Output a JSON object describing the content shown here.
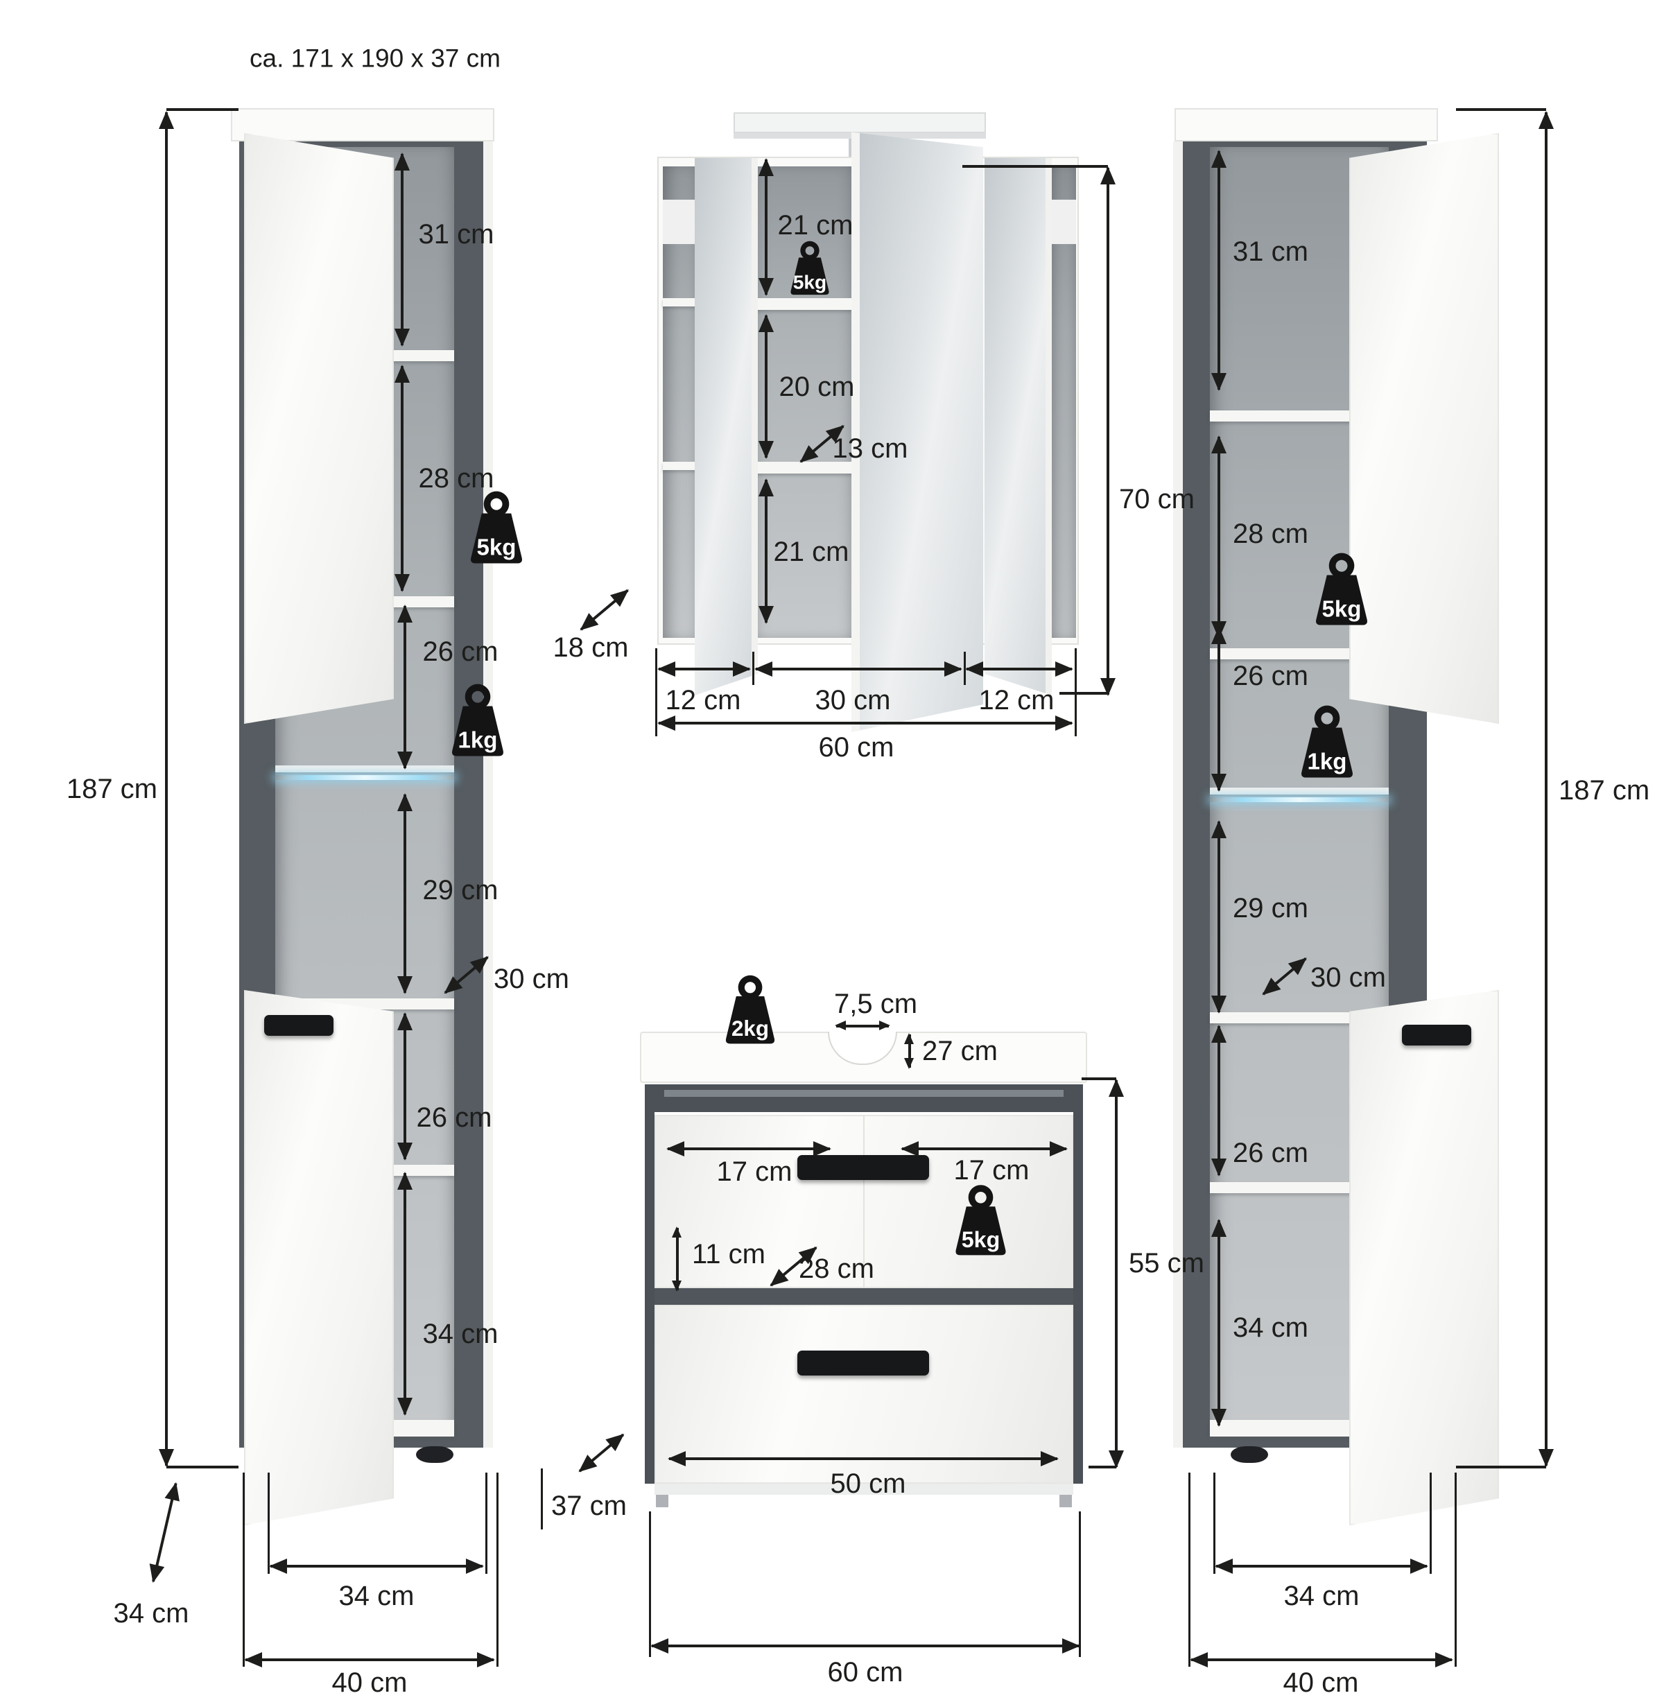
{
  "title": "ca. 171 x 190 x 37 cm",
  "colors": {
    "annotation": "#1d1d1b",
    "frame_dark": "#565c61",
    "interior_gray": "#aeb3b6",
    "mirror_gray": "#d4d9dc",
    "led_blue": "#9fdcf5",
    "handle_black": "#17181a",
    "body_white": "#fbfbfa"
  },
  "left_cabinet": {
    "height": "187 cm",
    "shelf1": "31 cm",
    "shelf2": "28 cm",
    "shelf3": "26 cm",
    "shelf4": "29 cm",
    "shelf5": "26 cm",
    "shelf6": "34 cm",
    "shelf_depth": "30 cm",
    "weight_upper": "5kg",
    "weight_glass": "1kg",
    "door_width": "34 cm",
    "total_width": "40 cm",
    "side_depth": "37 cm",
    "floor_depth": "34 cm"
  },
  "mirror_cabinet": {
    "height": "70 cm",
    "shelf_top": "21 cm",
    "shelf_middle": "20 cm",
    "shelf_bottom": "21 cm",
    "interior_depth": "13 cm",
    "body_depth": "18 cm",
    "weight": "5kg",
    "left_width": "12 cm",
    "center_width": "30 cm",
    "right_width": "12 cm",
    "total_width": "60 cm"
  },
  "sink_cabinet": {
    "weight_top": "2kg",
    "weight_door": "5kg",
    "cutout_width": "7,5 cm",
    "cutout_depth": "27 cm",
    "door_left": "17 cm",
    "door_right": "17 cm",
    "inner_height": "11 cm",
    "interior_depth": "28 cm",
    "drawer_width": "50 cm",
    "height": "55 cm",
    "total_width": "60 cm"
  },
  "right_cabinet": {
    "height": "187 cm",
    "shelf1": "31 cm",
    "shelf2": "28 cm",
    "shelf3": "26 cm",
    "shelf4": "29 cm",
    "shelf5": "26 cm",
    "shelf6": "34 cm",
    "shelf_depth": "30 cm",
    "weight_upper": "5kg",
    "weight_glass": "1kg",
    "door_width": "34 cm",
    "total_width": "40 cm"
  }
}
